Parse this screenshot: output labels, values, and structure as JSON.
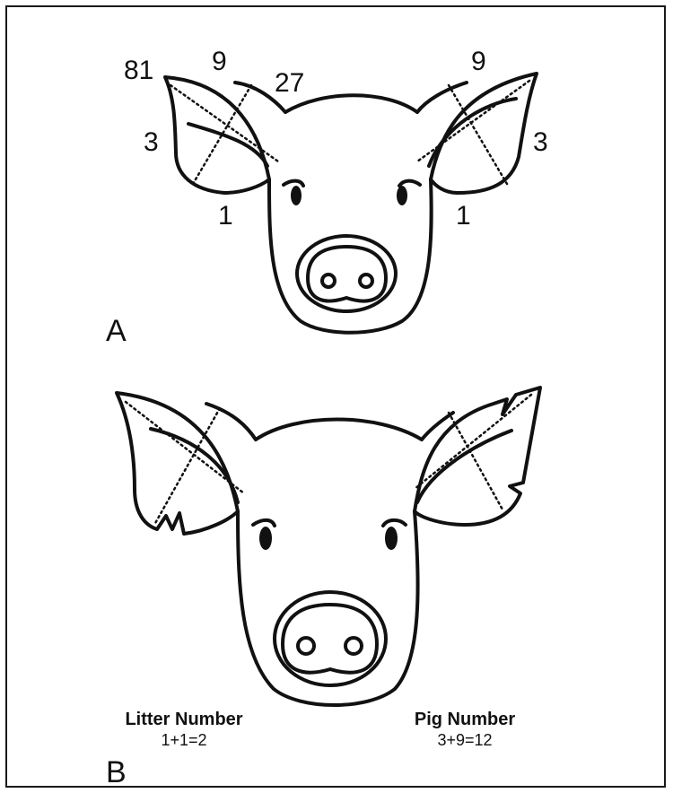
{
  "figure": {
    "panel_a": {
      "label": "A",
      "left_ear_notch_values": {
        "tip": "81",
        "top": "9",
        "inner_top": "27",
        "outer_side": "3",
        "bottom": "1"
      },
      "right_ear_notch_values": {
        "top": "9",
        "outer_side": "3",
        "bottom": "1"
      }
    },
    "panel_b": {
      "label": "B",
      "litter": {
        "title": "Litter Number",
        "equation": "1+1=2"
      },
      "pig": {
        "title": "Pig Number",
        "equation": "3+9=12"
      }
    }
  },
  "colors": {
    "ink": "#111111",
    "background": "#ffffff",
    "border": "#1a1a1a"
  }
}
